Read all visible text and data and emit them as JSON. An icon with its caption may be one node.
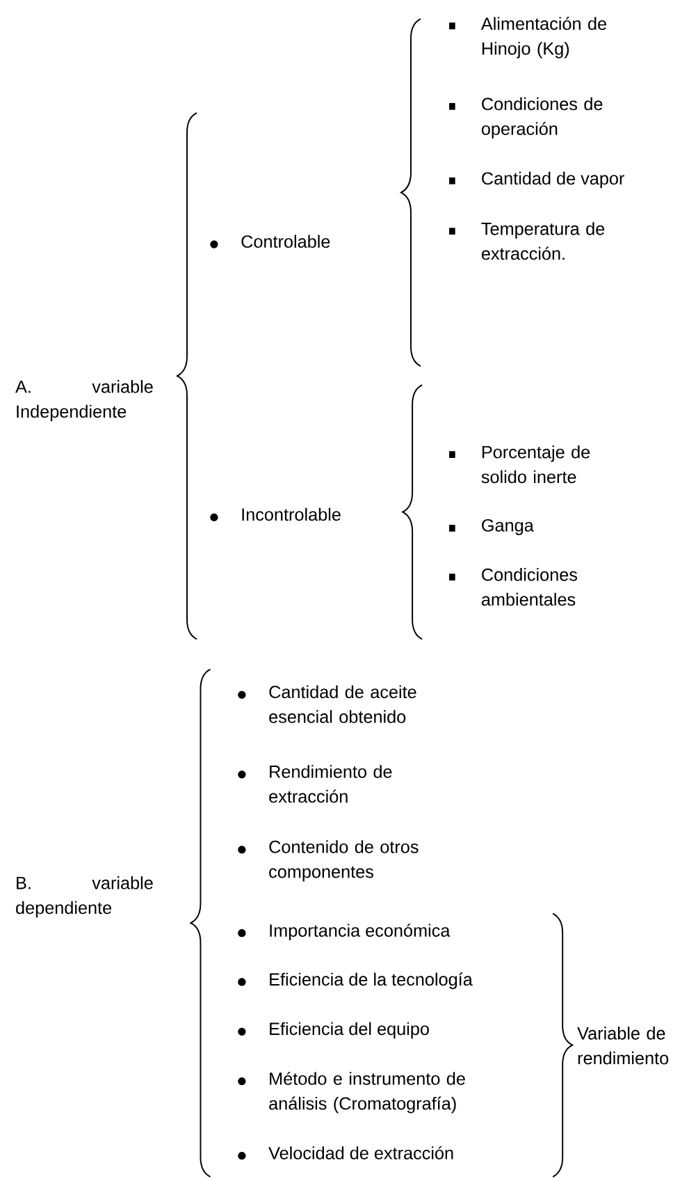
{
  "diagram": {
    "labels": [
      "A. variable Independiente",
      "Controlable",
      "Alimentación de Hinojo (Kg)",
      "Condiciones de operación",
      "Cantidad de vapor",
      "Temperatura de extracción.",
      "Incontrolable",
      "Porcentaje de solido inerte",
      "Ganga",
      "Condiciones ambientales",
      "B. variable dependiente",
      "Cantidad de aceite esencial obtenido",
      "Rendimiento de extracción",
      "Contenido de otros componentes",
      "Importancia económica",
      "Eficiencia de la tecnología",
      "Eficiencia del equipo",
      "Método e instrumento de análisis (Cromatografía)",
      "Velocidad de extracción",
      "Variable de rendimiento"
    ]
  }
}
